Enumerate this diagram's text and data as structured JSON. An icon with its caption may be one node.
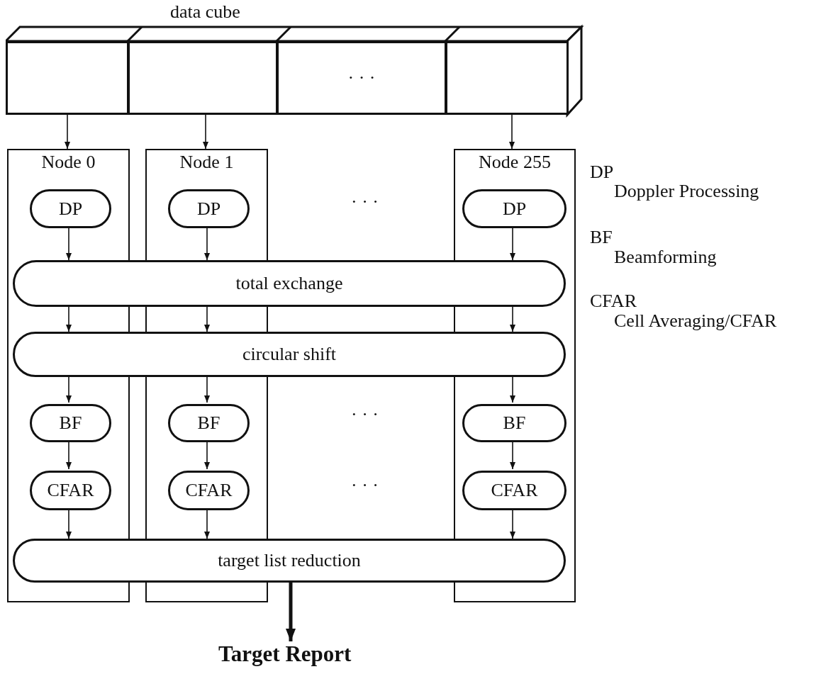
{
  "diagram": {
    "nodes": [
      {
        "text": [
          "data cube"
        ]
      },
      {
        "text": [],
        "shape": "box",
        "in": 0
      },
      {
        "text": [],
        "shape": "box",
        "in": 0
      },
      {
        "text": [
          "· · ·"
        ],
        "in": 0
      },
      {
        "text": [],
        "shape": "box",
        "in": 0
      },
      {
        "text": [
          "Node 0"
        ]
      },
      {
        "text": [
          "Node 1"
        ]
      },
      {
        "text": [
          "Node 255"
        ]
      },
      {
        "text": [
          "DP"
        ],
        "in": 5
      },
      {
        "text": [
          "DP"
        ],
        "in": 6
      },
      {
        "text": [
          "DP"
        ],
        "in": 7
      },
      {
        "text": [
          "total exchange"
        ]
      },
      {
        "text": [
          "circular shift"
        ]
      },
      {
        "text": [
          "BF"
        ],
        "in": 5
      },
      {
        "text": [
          "BF"
        ],
        "in": 6
      },
      {
        "text": [
          "BF"
        ],
        "in": 7
      },
      {
        "text": [
          "CFAR"
        ],
        "in": 5
      },
      {
        "text": [
          "CFAR"
        ],
        "in": 6
      },
      {
        "text": [
          "CFAR"
        ],
        "in": 7
      },
      {
        "text": [
          "target list reduction"
        ]
      },
      {
        "text": [
          "Target Report"
        ]
      }
    ],
    "edges": [
      {
        "from": 1,
        "to": 5,
        "arrow": "to"
      },
      {
        "from": 2,
        "to": 6,
        "arrow": "to"
      },
      {
        "from": 4,
        "to": 7,
        "arrow": "to"
      },
      {
        "from": 8,
        "to": 11,
        "arrow": "to"
      },
      {
        "from": 9,
        "to": 11,
        "arrow": "to"
      },
      {
        "from": 10,
        "to": 11,
        "arrow": "to"
      },
      {
        "from": 11,
        "to": 12,
        "arrow": "to"
      },
      {
        "from": 11,
        "to": 12,
        "arrow": "to"
      },
      {
        "from": 11,
        "to": 12,
        "arrow": "to"
      },
      {
        "from": 12,
        "to": 13,
        "arrow": "to"
      },
      {
        "from": 12,
        "to": 14,
        "arrow": "to"
      },
      {
        "from": 12,
        "to": 15,
        "arrow": "to"
      },
      {
        "from": 13,
        "to": 16,
        "arrow": "to"
      },
      {
        "from": 14,
        "to": 17,
        "arrow": "to"
      },
      {
        "from": 15,
        "to": 18,
        "arrow": "to"
      },
      {
        "from": 16,
        "to": 19,
        "arrow": "to"
      },
      {
        "from": 17,
        "to": 19,
        "arrow": "to"
      },
      {
        "from": 18,
        "to": 19,
        "arrow": "to"
      },
      {
        "from": 19,
        "to": 20,
        "arrow": "to",
        "style": "thick"
      }
    ],
    "labels": [
      "· · ·",
      "DP",
      "Doppler Processing",
      "BF",
      "Beamforming",
      "CFAR",
      "Cell Averaging/CFAR",
      "· · ·",
      "· · ·"
    ]
  }
}
